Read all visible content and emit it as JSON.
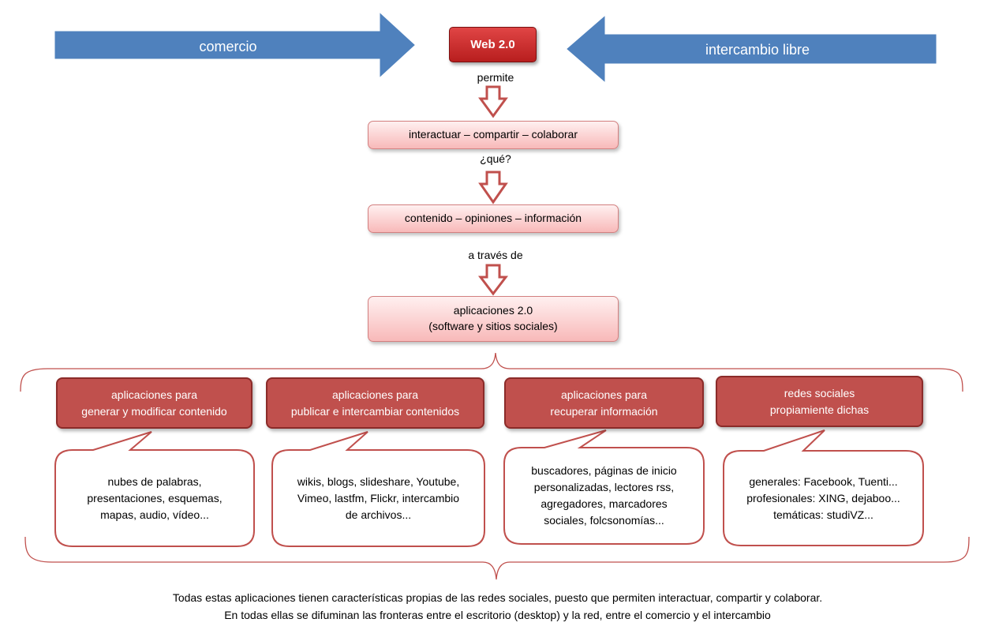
{
  "arrows": {
    "left": "comercio",
    "right": "intercambio libre"
  },
  "top_box": "Web 2.0",
  "connectors": {
    "c1": "permite",
    "c2": "¿qué?",
    "c3": "a través de"
  },
  "flow_boxes": {
    "b1": "interactuar – compartir – colaborar",
    "b2": "contenido – opiniones – información",
    "b3_line1": "aplicaciones 2.0",
    "b3_line2": "(software y sitios sociales)"
  },
  "categories": [
    {
      "title_line1": "aplicaciones para",
      "title_line2": "generar y modificar contenido",
      "examples": [
        "nubes de palabras,",
        "presentaciones, esquemas,",
        "mapas, audio, vídeo..."
      ]
    },
    {
      "title_line1": "aplicaciones para",
      "title_line2": "publicar e intercambiar contenidos",
      "examples": [
        "wikis, blogs, slideshare, Youtube,",
        "Vimeo, lastfm, Flickr, intercambio",
        "de archivos..."
      ]
    },
    {
      "title_line1": "aplicaciones para",
      "title_line2": "recuperar información",
      "examples": [
        "buscadores, páginas de inicio",
        "personalizadas, lectores rss,",
        "agregadores, marcadores",
        "sociales, folcsonomías..."
      ]
    },
    {
      "title_line1": "redes sociales",
      "title_line2": "propiamiente dichas",
      "examples": [
        "generales: Facebook, Tuenti...",
        "profesionales: XING, dejaboo...",
        "temáticas: studiVZ..."
      ]
    }
  ],
  "footer": {
    "line1": "Todas estas aplicaciones tienen características propias de las redes sociales, puesto que permiten interactuar, compartir y colaborar.",
    "line2": "En todas ellas se difuminan las fronteras entre el escritorio (desktop) y la red, entre el comercio y el intercambio"
  },
  "colors": {
    "blue_arrow": "#4f81bd",
    "web_box": "#c0262a",
    "pink_box": "#f8c8c8",
    "category_box": "#c0504d",
    "outline_red": "#c0504d"
  }
}
